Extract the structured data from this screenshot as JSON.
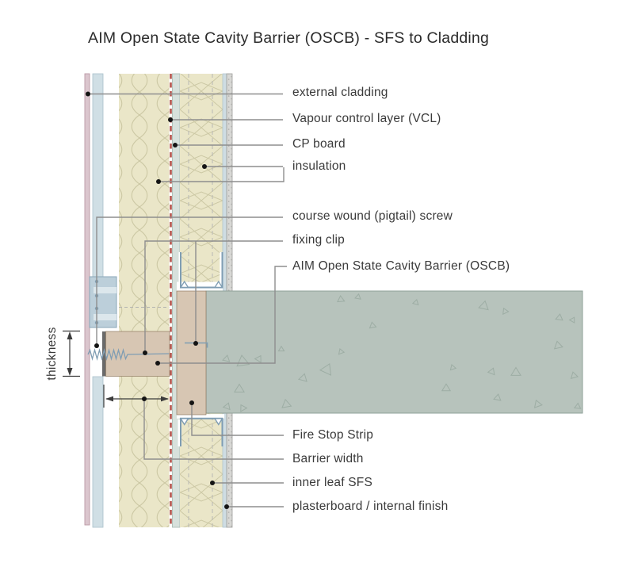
{
  "title": "AIM Open State Cavity Barrier (OSCB) - SFS to Cladding",
  "dimensions": {
    "thickness_label": "thickness"
  },
  "callouts": [
    {
      "id": "external-cladding",
      "text": "external cladding"
    },
    {
      "id": "vapour-control-layer",
      "text": "Vapour control layer (VCL)"
    },
    {
      "id": "cp-board",
      "text": "CP board"
    },
    {
      "id": "insulation",
      "text": "insulation"
    },
    {
      "id": "pigtail-screw",
      "text": "course wound (pigtail) screw"
    },
    {
      "id": "fixing-clip",
      "text": "fixing clip"
    },
    {
      "id": "oscb",
      "text": "AIM Open State Cavity Barrier (OSCB)"
    },
    {
      "id": "fire-stop-strip",
      "text": "Fire Stop Strip"
    },
    {
      "id": "barrier-width",
      "text": "Barrier width"
    },
    {
      "id": "inner-leaf-sfs",
      "text": "inner leaf SFS"
    },
    {
      "id": "plasterboard",
      "text": "plasterboard / internal finish"
    }
  ],
  "colors": {
    "cladding_pink": "#dbc6ce",
    "rail_blue": "#d0dfe5",
    "insulation_cream": "#eae6c8",
    "vcl_red": "#b5544c",
    "cp_board_green": "#d7e1dc",
    "steel_blue": "#7f9db3",
    "barrier_brown": "#b59c80",
    "slab_green": "#b7c3bc",
    "plasterboard_grey": "#d8d8d5",
    "leader_grey": "#8e8e8e"
  }
}
